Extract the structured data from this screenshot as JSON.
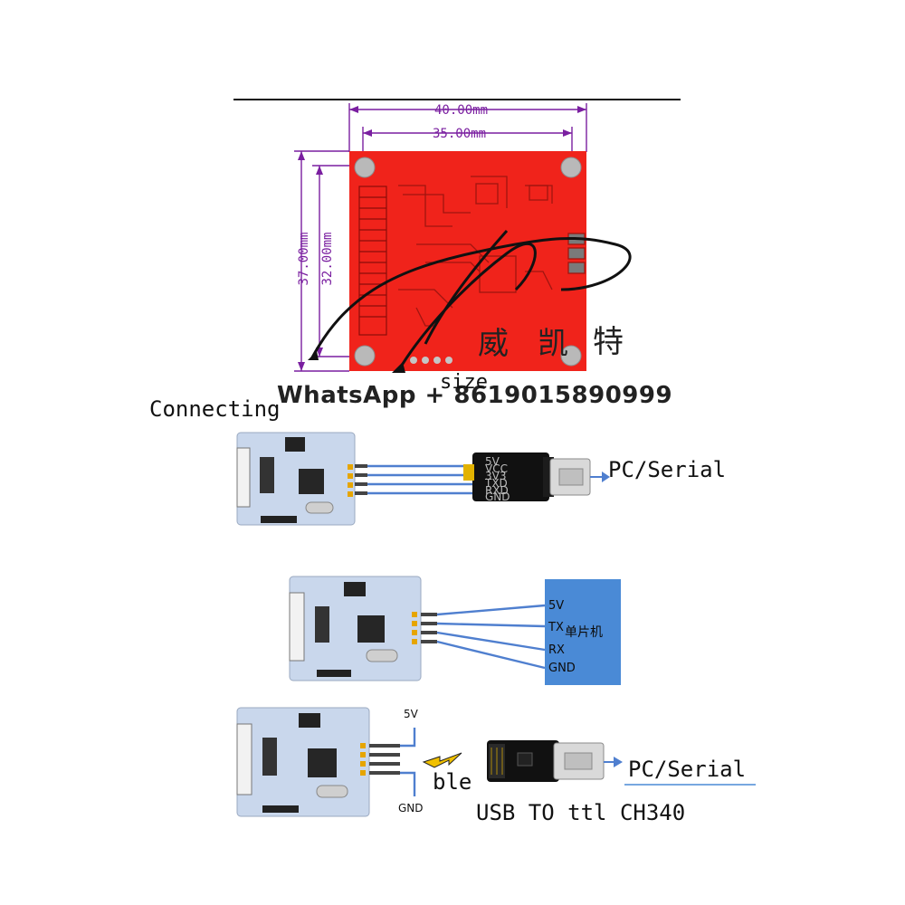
{
  "dimensions": {
    "width_outer": "40.00mm",
    "width_inner": "35.00mm",
    "height_outer": "37.00mm",
    "height_inner": "32.00mm"
  },
  "watermark": {
    "chars": [
      "威",
      "凯",
      "特"
    ],
    "whatsapp": "WhatsApp + 8619015890999"
  },
  "labels": {
    "size": "size",
    "connecting": "Connecting",
    "pc_serial_1": "PC/Serial",
    "pc_serial_2": "PC/Serial",
    "ble": "ble",
    "usb_ttl": "USB TO ttl CH340"
  },
  "mcu": {
    "name": "单片机",
    "pins": [
      "5V",
      "TX",
      "RX",
      "GND"
    ]
  },
  "ble_power": {
    "vcc": "5V",
    "gnd": "GND"
  },
  "usb_adapter_pins": [
    "5V",
    "VCC",
    "3V3",
    "TXD",
    "RXD",
    "GND"
  ],
  "colors": {
    "pcb_red": "#f0231b",
    "board_blue": "#c9d7ec",
    "mcu_blue": "#4a8ad6",
    "wire_blue": "#4f7fcf",
    "dimension": "#7a1fa0"
  }
}
